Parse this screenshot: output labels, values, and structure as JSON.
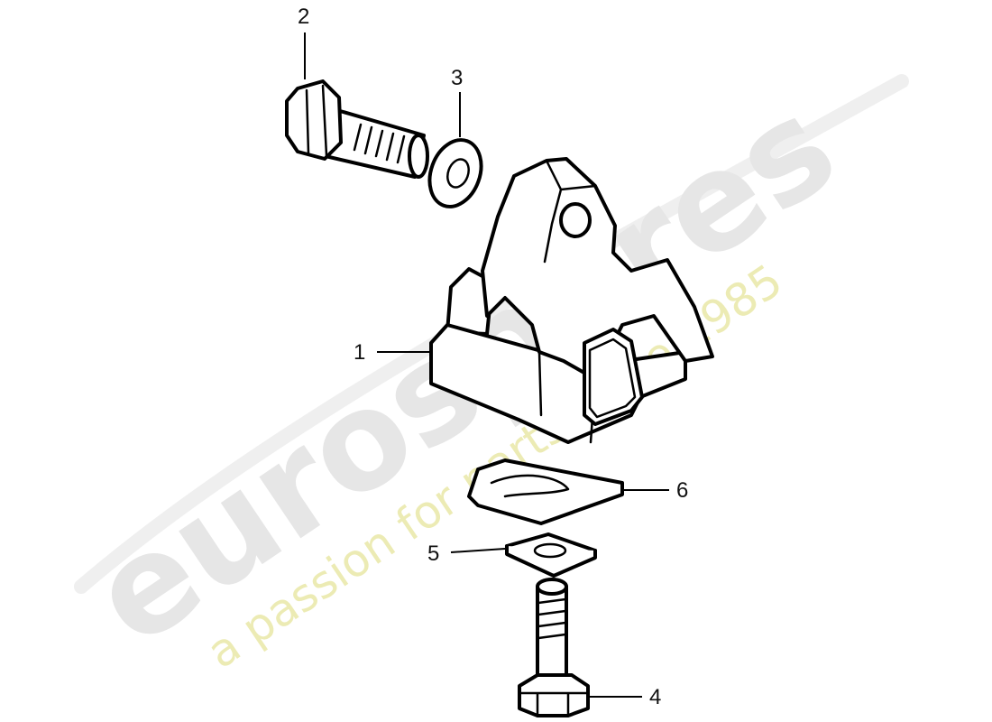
{
  "watermark": {
    "brand": "eurospares",
    "tagline": "a passion for parts since 1985",
    "brand_color": "#e6e6e6",
    "tagline_color": "#ecebb4"
  },
  "callouts": [
    {
      "id": "engine-mount",
      "label": "1"
    },
    {
      "id": "hex-bolt",
      "label": "2"
    },
    {
      "id": "washer",
      "label": "3"
    },
    {
      "id": "mounting-screw",
      "label": "4"
    },
    {
      "id": "square-washer",
      "label": "5"
    },
    {
      "id": "shim-plate",
      "label": "6"
    }
  ]
}
